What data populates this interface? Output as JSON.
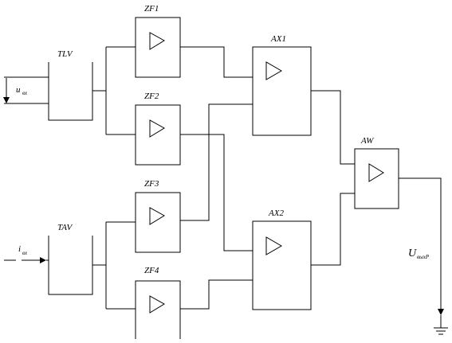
{
  "blocks": {
    "tlv": "TLV",
    "tav": "TAV",
    "zf1": "ZF1",
    "zf2": "ZF2",
    "zf3": "ZF3",
    "zf4": "ZF4",
    "ax1": "AX1",
    "ax2": "AX2",
    "aw": "AW"
  },
  "signals": {
    "u_in": {
      "symbol": "u",
      "sub": "вх"
    },
    "i_in": {
      "symbol": "i",
      "sub": "вх"
    },
    "u_out": {
      "symbol": "U",
      "sub": "выхP"
    }
  }
}
